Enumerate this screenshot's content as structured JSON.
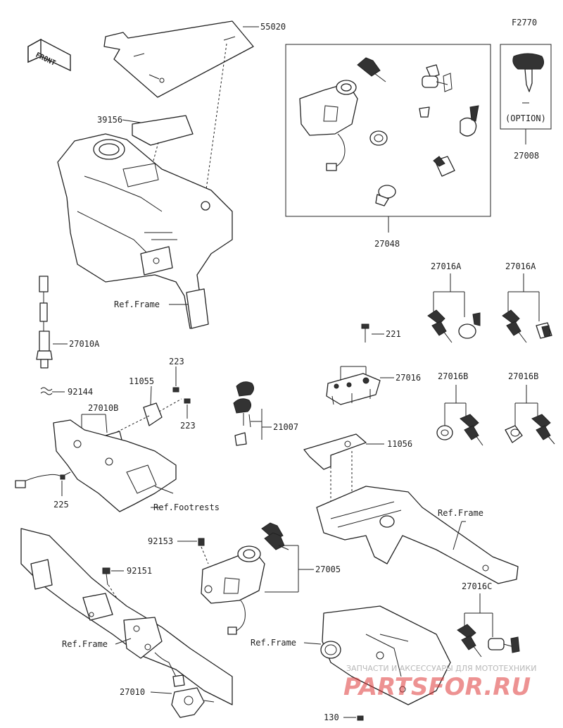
{
  "figure_code": "F2770",
  "front_label": "FRONT",
  "option_label": "(OPTION)",
  "labels": {
    "p55020": "55020",
    "p39156": "39156",
    "ref_frame_top": "Ref.Frame",
    "p27010a": "27010A",
    "p92144": "92144",
    "p11055": "11055",
    "p223a": "223",
    "p223b": "223",
    "p27010b": "27010B",
    "p225": "225",
    "ref_footrests": "Ref.Footrests",
    "p27048": "27048",
    "p27008": "27008",
    "p27016a_1": "27016A",
    "p27016a_2": "27016A",
    "p221": "221",
    "p27016": "27016",
    "p27016b_1": "27016B",
    "p27016b_2": "27016B",
    "p21007": "21007",
    "p11056": "11056",
    "ref_frame_right": "Ref.Frame",
    "p92153": "92153",
    "p92151": "92151",
    "p27005": "27005",
    "ref_frame_left": "Ref.Frame",
    "p27016c": "27016C",
    "ref_frame_bottom": "Ref.Frame",
    "p27010": "27010",
    "p130": "130"
  },
  "watermark": {
    "line1": "ЗАПЧАСТИ И АКСЕССУАРЫ ДЛЯ МОТОТЕХНИКИ",
    "line2": "PARTSFOR.RU"
  }
}
